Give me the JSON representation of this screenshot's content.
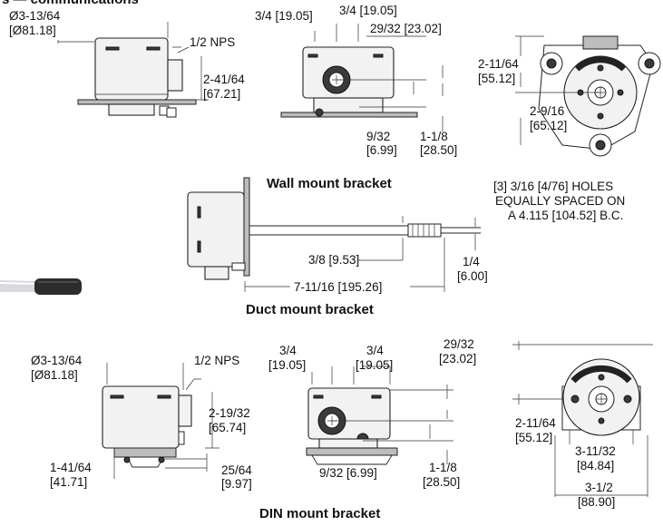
{
  "header": {
    "title": "s — communications"
  },
  "sections": {
    "wall": {
      "caption": "Wall mount bracket",
      "side": {
        "dia": "Ø3-13/64",
        "dia_mm": "[Ø81.18]",
        "nps": "1/2 NPS",
        "height": "2-41/64",
        "height_mm": "[67.21]"
      },
      "front": {
        "left": "3/4 [19.05]",
        "center": "3/4 [19.05]",
        "right": "29/32 [23.02]",
        "low": "9/32",
        "low_mm": "[6.99]",
        "depth": "1-1/8",
        "depth_mm": "[28.50]"
      },
      "top": {
        "upper": "2-11/64",
        "upper_mm": "[55.12]",
        "lower": "2-9/16",
        "lower_mm": "[65.12]",
        "note1": "[3] 3/16 [4/76] HOLES",
        "note2": "EQUALLY SPACED ON",
        "note3": "A 4.115 [104.52] B.C."
      }
    },
    "duct": {
      "caption": "Duct mount bracket",
      "probe": "3/8 [9.53]",
      "length": "7-11/16 [195.26]",
      "tip": "1/4",
      "tip_mm": "[6.00]"
    },
    "din": {
      "caption": "DIN mount bracket",
      "side": {
        "dia": "Ø3-13/64",
        "dia_mm": "[Ø81.18]",
        "nps": "1/2 NPS",
        "height": "2-19/32",
        "height_mm": "[65.74]",
        "base": "1-41/64",
        "base_mm": "[41.71]",
        "rail": "25/64",
        "rail_mm": "[9.97]"
      },
      "front": {
        "left": "3/4",
        "left_mm": "[19.05]",
        "center": "3/4",
        "center_mm": "[19.05]",
        "right": "29/32",
        "right_mm": "[23.02]",
        "low": "9/32 [6.99]",
        "depth": "1-1/8",
        "depth_mm": "[28.50]"
      },
      "top": {
        "side": "2-11/64",
        "side_mm": "[55.12]",
        "width": "3-11/32",
        "width_mm": "[84.84]",
        "overall": "3-1/2",
        "overall_mm": "[88.90]"
      }
    }
  }
}
